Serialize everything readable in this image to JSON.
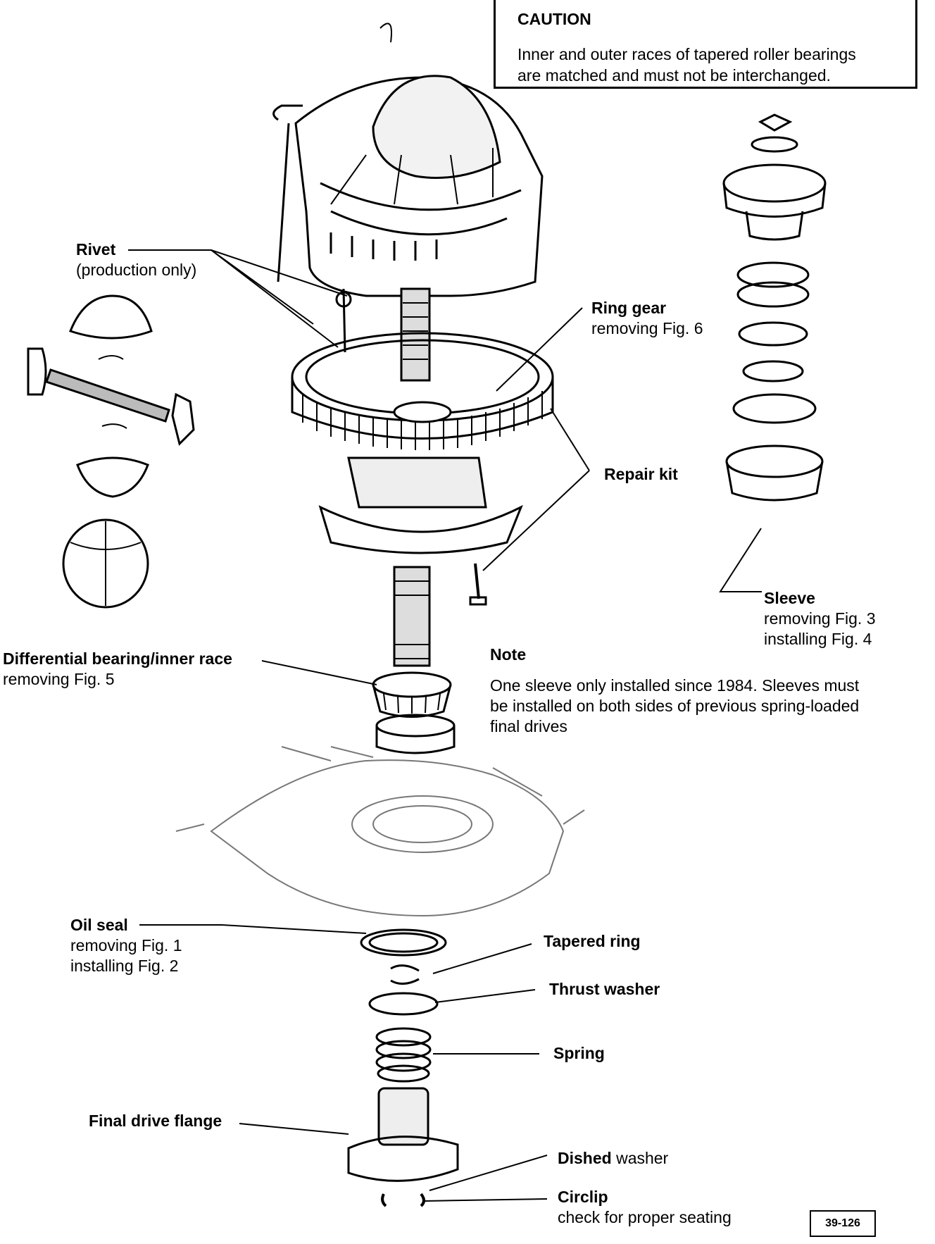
{
  "caution": {
    "title": "CAUTION",
    "line1": "Inner and outer races of tapered roller bearings",
    "line2": "are matched and must not be interchanged."
  },
  "labels": {
    "rivet": {
      "title": "Rivet",
      "sub": "(production only)"
    },
    "ring_gear": {
      "title": "Ring gear",
      "sub": "removing Fig. 6"
    },
    "repair_kit": {
      "title": "Repair kit"
    },
    "sleeve": {
      "title": "Sleeve",
      "line1": "removing Fig. 3",
      "line2": "installing Fig. 4"
    },
    "diff_bearing": {
      "title": "Differential bearing/inner race",
      "sub": "removing Fig. 5"
    },
    "note": {
      "title": "Note",
      "line1": "One sleeve only installed since 1984. Sleeves must",
      "line2": "be installed on both sides of previous spring-loaded",
      "line3": "final drives"
    },
    "oil_seal": {
      "title": "Oil seal",
      "line1": "removing Fig. 1",
      "line2": "installing Fig. 2"
    },
    "tapered_ring": {
      "title": "Tapered ring"
    },
    "thrust_washer": {
      "title": "Thrust washer"
    },
    "spring": {
      "title": "Spring"
    },
    "final_drive_flange": {
      "title": "Final drive flange"
    },
    "dished_washer": {
      "title": "Dished",
      "rest": " washer"
    },
    "circlip": {
      "title": "Circlip",
      "sub": "check for proper seating"
    }
  },
  "figure_number": "39-126"
}
